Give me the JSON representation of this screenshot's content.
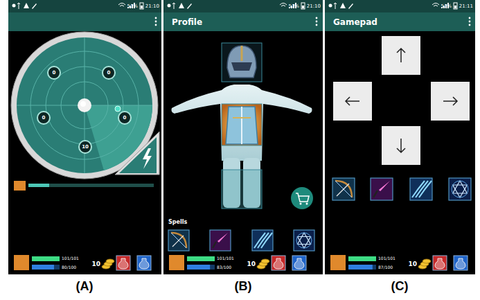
{
  "diagram": {
    "nodes": [
      {
        "text": [
          "0"
        ]
      },
      {
        "text": [
          "0"
        ]
      },
      {
        "text": [
          "0"
        ]
      },
      {
        "text": [
          "0"
        ]
      },
      {
        "text": [
          "10"
        ]
      },
      {
        "text": [
          "Profile"
        ]
      },
      {
        "text": [
          "Gamepad"
        ]
      }
    ],
    "labels": [
      "21:10",
      "51%",
      "101/101",
      "80/100",
      "10",
      "21:10",
      "51%",
      "Spells",
      "101/101",
      "83/100",
      "10",
      "21:11",
      "51%",
      "101/101",
      "87/100",
      "10",
      "(A)",
      "(B)",
      "(C)"
    ]
  }
}
